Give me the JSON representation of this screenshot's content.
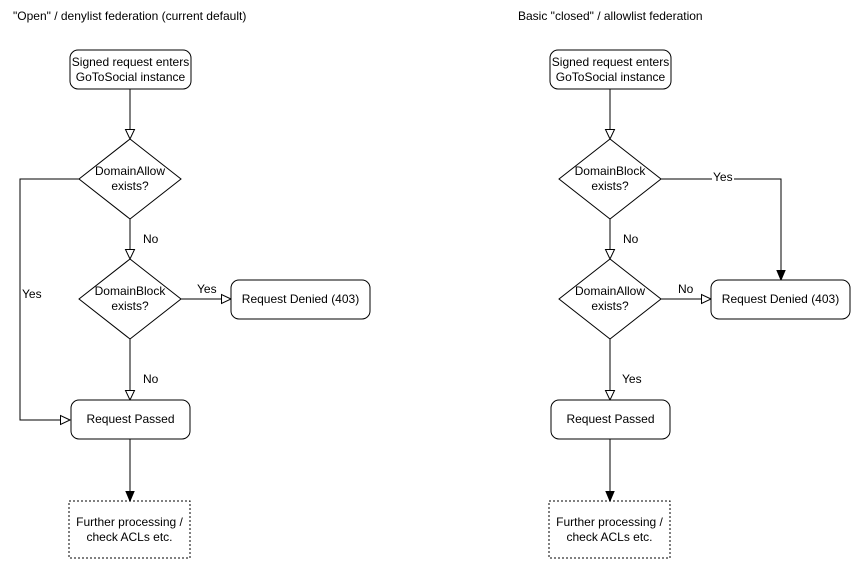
{
  "colors": {
    "stroke": "#000000",
    "background": "#ffffff",
    "text": "#000000"
  },
  "left_chart": {
    "title": "\"Open\" / denylist federation (current default)",
    "start_node": "Signed request enters\nGoToSocial instance",
    "decision1": "DomainAllow\nexists?",
    "decision2": "DomainBlock\nexists?",
    "denied_node": "Request Denied (403)",
    "passed_node": "Request Passed",
    "further_node": "Further processing /\ncheck ACLs etc.",
    "labels": {
      "decision1_yes": "Yes",
      "decision1_no": "No",
      "decision2_yes": "Yes",
      "decision2_no": "No"
    }
  },
  "right_chart": {
    "title": "Basic \"closed\" / allowlist federation",
    "start_node": "Signed request enters\nGoToSocial instance",
    "decision1": "DomainBlock\nexists?",
    "decision2": "DomainAllow\nexists?",
    "denied_node": "Request Denied (403)",
    "passed_node": "Request Passed",
    "further_node": "Further processing /\ncheck ACLs etc.",
    "labels": {
      "decision1_yes": "Yes",
      "decision1_no": "No",
      "decision2_no": "No",
      "decision2_yes": "Yes"
    }
  }
}
